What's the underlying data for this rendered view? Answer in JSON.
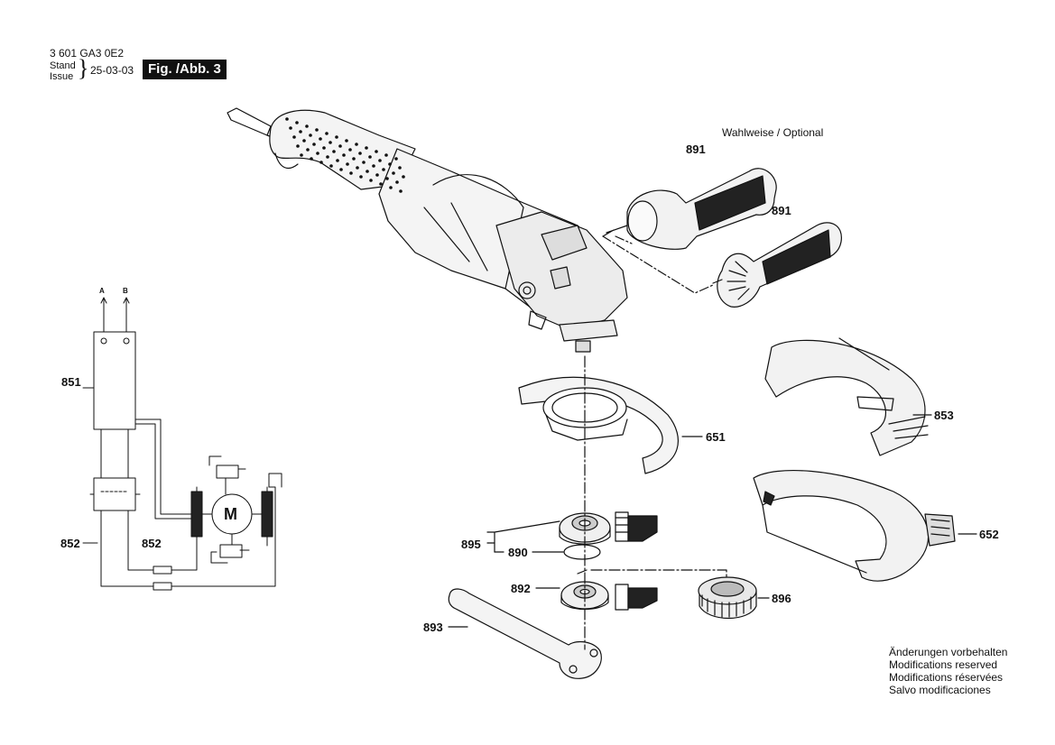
{
  "header": {
    "doc_number": "3 601 GA3 0E2",
    "stand_label": "Stand",
    "issue_label": "Issue",
    "brace": "}",
    "date": "25-03-03",
    "figure_label": "Fig. /Abb. 3"
  },
  "optional_label": "Wahlweise / Optional",
  "parts": {
    "p891a": "891",
    "p891b": "891",
    "p851": "851",
    "p651": "651",
    "p853": "853",
    "p652": "652",
    "p852a": "852",
    "p852b": "852",
    "p895": "895",
    "p890": "890",
    "p892": "892",
    "p896": "896",
    "p893": "893"
  },
  "wiring": {
    "terminal_a": "A",
    "terminal_b": "B",
    "motor": "M"
  },
  "notes": [
    "Änderungen vorbehalten",
    "Modifications reserved",
    "Modifications réservées",
    "Salvo modificaciones"
  ]
}
